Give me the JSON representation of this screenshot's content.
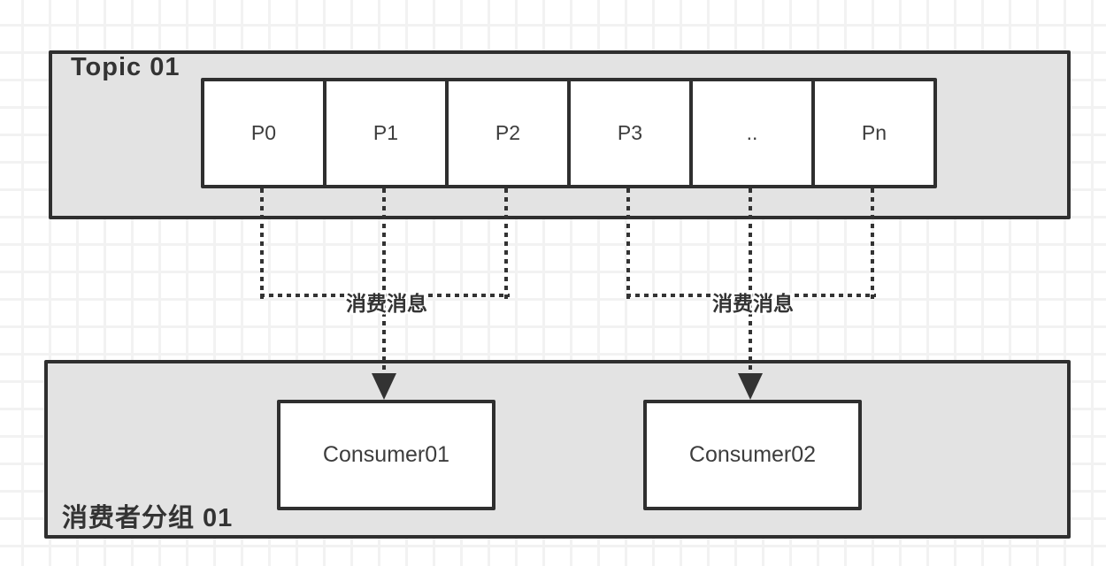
{
  "topic": {
    "title": "Topic 01"
  },
  "partitions": [
    "P0",
    "P1",
    "P2",
    "P3",
    "..",
    "Pn"
  ],
  "edges": {
    "left_label": "消费消息",
    "right_label": "消费消息"
  },
  "consumer_group": {
    "title": "消费者分组 01",
    "consumers": [
      "Consumer01",
      "Consumer02"
    ]
  },
  "colors": {
    "border": "#2f2f2f",
    "container_fill": "#e3e3e3",
    "node_fill": "#ffffff",
    "text": "#333333",
    "grid_line": "#f2f2f2"
  }
}
